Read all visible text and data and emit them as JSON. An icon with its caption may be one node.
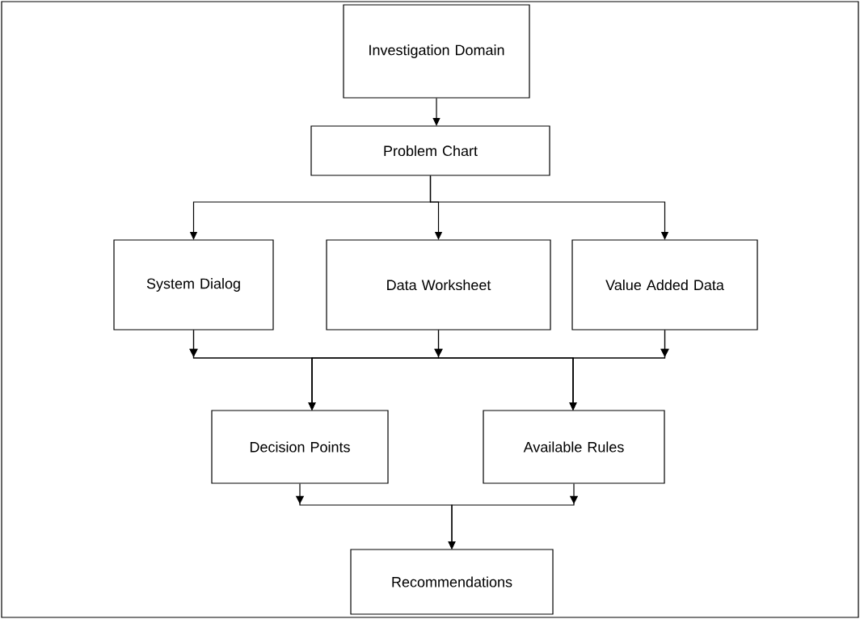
{
  "diagram": {
    "nodes": [
      {
        "text": [
          "Investigation Domain"
        ]
      },
      {
        "text": [
          "Problem Chart"
        ]
      },
      {
        "text": [
          "System Dialog"
        ]
      },
      {
        "text": [
          "Data Worksheet"
        ]
      },
      {
        "text": [
          "Value Added Data"
        ]
      },
      {
        "text": [
          "Decision Points"
        ]
      },
      {
        "text": [
          "Available Rules"
        ]
      },
      {
        "text": [
          "Recommendations"
        ]
      }
    ],
    "edges": [
      {
        "from": 0,
        "to": 1,
        "arrow": "to"
      },
      {
        "from": 1,
        "to": 2,
        "arrow": "to"
      },
      {
        "from": 1,
        "to": 3,
        "arrow": "to"
      },
      {
        "from": 1,
        "to": 4,
        "arrow": "to"
      },
      {
        "from": 2,
        "to": 5,
        "arrow": "to"
      },
      {
        "from": 2,
        "to": 6,
        "arrow": "to"
      },
      {
        "from": 3,
        "to": 5,
        "arrow": "to"
      },
      {
        "from": 3,
        "to": 6,
        "arrow": "to"
      },
      {
        "from": 4,
        "to": 5,
        "arrow": "to"
      },
      {
        "from": 4,
        "to": 6,
        "arrow": "to"
      },
      {
        "from": 5,
        "to": 7,
        "arrow": "to"
      },
      {
        "from": 6,
        "to": 7,
        "arrow": "to"
      }
    ]
  }
}
